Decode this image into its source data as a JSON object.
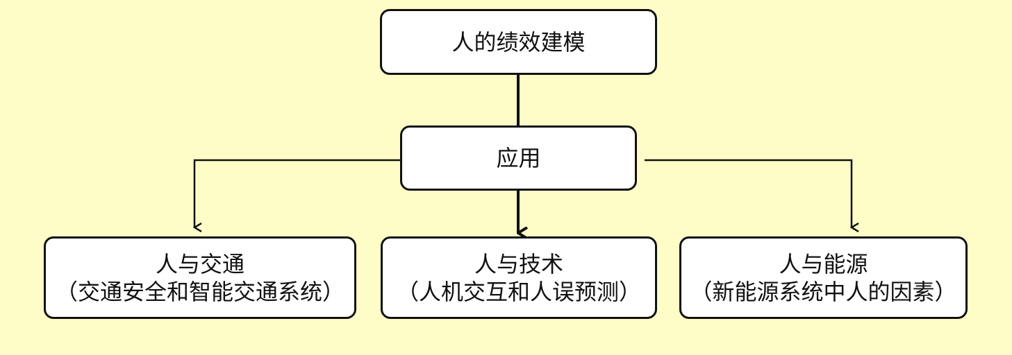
{
  "diagram": {
    "root": {
      "label": "人的绩效建模"
    },
    "application": {
      "label": "应用"
    },
    "children": [
      {
        "title": "人与交通",
        "subtitle": "（交通安全和智能交通系统）"
      },
      {
        "title": "人与技术",
        "subtitle": "（人机交互和人误预测）"
      },
      {
        "title": "人与能源",
        "subtitle": "（新能源系统中人的因素）"
      }
    ]
  },
  "colors": {
    "background": "#fefdc7",
    "box_fill": "#ffffff",
    "stroke": "#111111"
  }
}
